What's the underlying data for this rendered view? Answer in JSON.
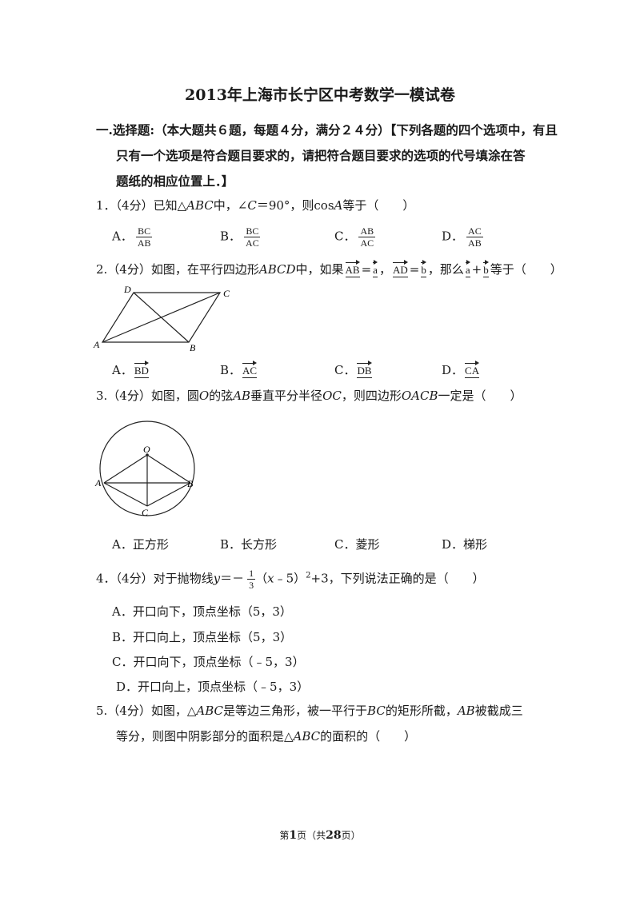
{
  "title": "2013年上海市长宁区中考数学一模试卷",
  "section": {
    "line1": "一.选择题:（本大题共６题，每题４分，满分２４分）【下列各题的四个选项中，有且",
    "line2": "只有一个选项是符合题目要求的，请把符合题目要求的选项的代号填涂在答",
    "line3": "题纸的相应位置上．】"
  },
  "q1": {
    "stem_a": "1．（4分）已知△",
    "abc": "ABC",
    "stem_b": "中，∠",
    "c": "C",
    "stem_c": "＝90°，则cos",
    "a": "A",
    "stem_d": "等于（　　）",
    "options": [
      {
        "letter": "A．",
        "num": "BC",
        "den": "AB"
      },
      {
        "letter": "B．",
        "num": "BC",
        "den": "AC"
      },
      {
        "letter": "C．",
        "num": "AB",
        "den": "AC"
      },
      {
        "letter": "D．",
        "num": "AC",
        "den": "AB"
      }
    ]
  },
  "q2": {
    "stem_a": "2.（4分）如图，在平行四边形",
    "abcd": "ABCD",
    "stem_b": "中，如果",
    "v1": "AB",
    "eq1": "=",
    "va": "a",
    "comma": "，",
    "v2": "AD",
    "eq2": "=",
    "vb": "b",
    "stem_c": "，那么",
    "va2": "a",
    "plus": "+",
    "vb2": "b",
    "stem_d": "等于（　　）",
    "fig_labels": {
      "d": "D",
      "c": "C",
      "a": "A",
      "b": "B"
    },
    "options": [
      {
        "letter": "A．",
        "vec": "BD"
      },
      {
        "letter": "B．",
        "vec": "AC"
      },
      {
        "letter": "C．",
        "vec": "DB"
      },
      {
        "letter": "D．",
        "vec": "CA"
      }
    ]
  },
  "q3": {
    "stem_a": "3.（4分）如图，圆",
    "o": "O",
    "stem_b": "的弦",
    "ab": "AB",
    "stem_c": "垂直平分半径",
    "oc": "OC",
    "stem_d": "，则四边形",
    "oacb": "OACB",
    "stem_e": "一定是（　　）",
    "fig_labels": {
      "o": "O",
      "a": "A",
      "b": "B",
      "c": "C"
    },
    "options": [
      {
        "letter": "A．",
        "text": "正方形"
      },
      {
        "letter": "B．",
        "text": "长方形"
      },
      {
        "letter": "C．",
        "text": "菱形"
      },
      {
        "letter": "D．",
        "text": "梯形"
      }
    ]
  },
  "q4": {
    "stem_a": "4．（4分）对于抛物线",
    "y": "y",
    "eq": "＝－",
    "num": "1",
    "den": "3",
    "paren_a": "（",
    "x": "x",
    "paren_b": "﹣5）",
    "sup": "2",
    "stem_b": "+3，下列说法正确的是（　　）",
    "options": [
      "A．开口向下，顶点坐标（5，3）",
      "B．开口向上，顶点坐标（5，3）",
      "C．开口向下，顶点坐标（﹣5，3）",
      "D．开口向上，顶点坐标（﹣5，3）"
    ]
  },
  "q5": {
    "stem_a": "5.（4分）如图，△",
    "abc": "ABC",
    "stem_b": "是等边三角形，被一平行于",
    "bc": "BC",
    "stem_c": "的矩形所截，",
    "ab": "AB",
    "stem_d": "被截成三",
    "line2_a": "等分，则图中阴影部分的面积是△",
    "abc2": "ABC",
    "line2_b": "的面积的（　　）"
  },
  "footer": {
    "a": "第",
    "page": "1",
    "b": "页（共",
    "total": "28",
    "c": "页）"
  }
}
